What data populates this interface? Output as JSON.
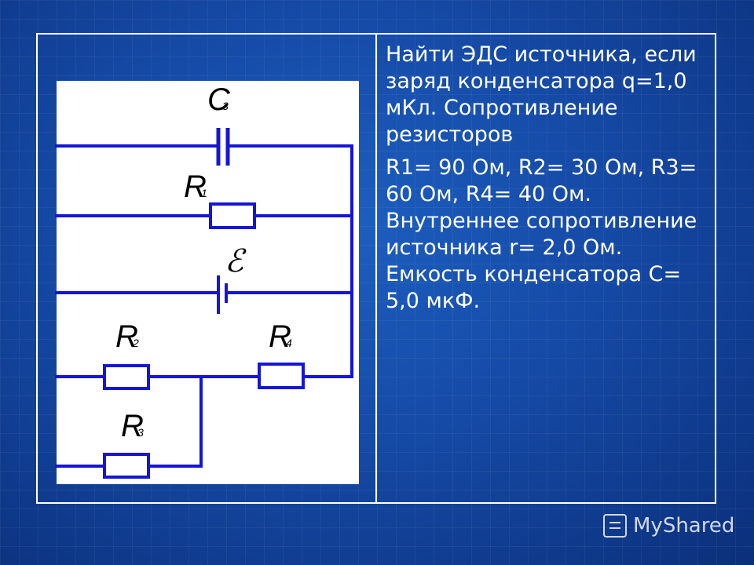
{
  "problem_text": {
    "paragraph_1": "Найти ЭДС источника, если заряд конденсатора q=1,0 мКл. Сопротивление резисторов",
    "paragraph_2": "R1= 90 Ом, R2= 30 Ом, R3= 60 Ом, R4= 40 Ом. Внутреннее сопротивление источника r= 2,0 Ом. Емкость конденсатора С= 5,0 мкФ."
  },
  "circuit": {
    "labels": {
      "capacitor": "C",
      "capacitor_sub": "3",
      "r1": "R",
      "r1_sub": "1",
      "emf": "ℰ",
      "r2": "R",
      "r2_sub": "2",
      "r4": "R",
      "r4_sub": "4",
      "r3": "R",
      "r3_sub": "3"
    },
    "colors": {
      "wire": "#1515d6",
      "panel": "#ffffff",
      "label": "#000000"
    }
  },
  "watermark": {
    "text": "MyShared",
    "icon": "presentation-icon"
  },
  "colors": {
    "background": "#154aa6",
    "frame": "#ffffff",
    "text": "#ffffff"
  }
}
